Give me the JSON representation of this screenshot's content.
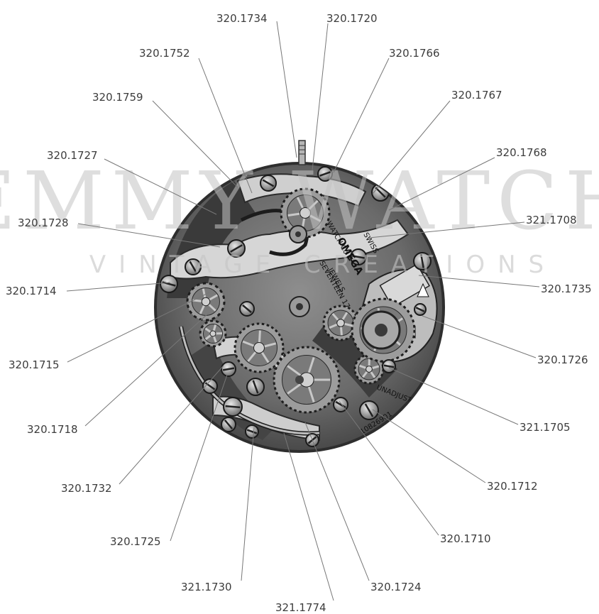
{
  "labels": [
    {
      "id": "p-320-1734",
      "text": "320.1734"
    },
    {
      "id": "p-320-1720",
      "text": "320.1720"
    },
    {
      "id": "p-320-1752",
      "text": "320.1752"
    },
    {
      "id": "p-320-1766",
      "text": "320.1766"
    },
    {
      "id": "p-320-1759",
      "text": "320.1759"
    },
    {
      "id": "p-320-1767",
      "text": "320.1767"
    },
    {
      "id": "p-320-1727",
      "text": "320.1727"
    },
    {
      "id": "p-320-1768",
      "text": "320.1768"
    },
    {
      "id": "p-320-1728",
      "text": "320.1728"
    },
    {
      "id": "p-321-1708",
      "text": "321.1708"
    },
    {
      "id": "p-320-1714",
      "text": "320.1714"
    },
    {
      "id": "p-320-1735",
      "text": "320.1735"
    },
    {
      "id": "p-320-1715",
      "text": "320.1715"
    },
    {
      "id": "p-320-1726",
      "text": "320.1726"
    },
    {
      "id": "p-320-1718",
      "text": "320.1718"
    },
    {
      "id": "p-321-1705",
      "text": "321.1705"
    },
    {
      "id": "p-320-1732",
      "text": "320.1732"
    },
    {
      "id": "p-320-1712",
      "text": "320.1712"
    },
    {
      "id": "p-320-1725",
      "text": "320.1725"
    },
    {
      "id": "p-320-1710",
      "text": "320.1710"
    },
    {
      "id": "p-321-1730",
      "text": "321.1730"
    },
    {
      "id": "p-320-1724",
      "text": "320.1724"
    },
    {
      "id": "p-321-1774",
      "text": "321.1774"
    }
  ],
  "watermark": {
    "line1": "EMMY WATCH",
    "line2": "VINTAGE CREATIONS"
  },
  "engravings": {
    "brand": "OMEGA",
    "watch_co": "WATCH Co",
    "swiss": "SWISS",
    "jewels": "JEWELS",
    "seventeen": "SEVENTEEN 17",
    "unadjusted": "UNADJUSTED",
    "serial": "10826901"
  }
}
